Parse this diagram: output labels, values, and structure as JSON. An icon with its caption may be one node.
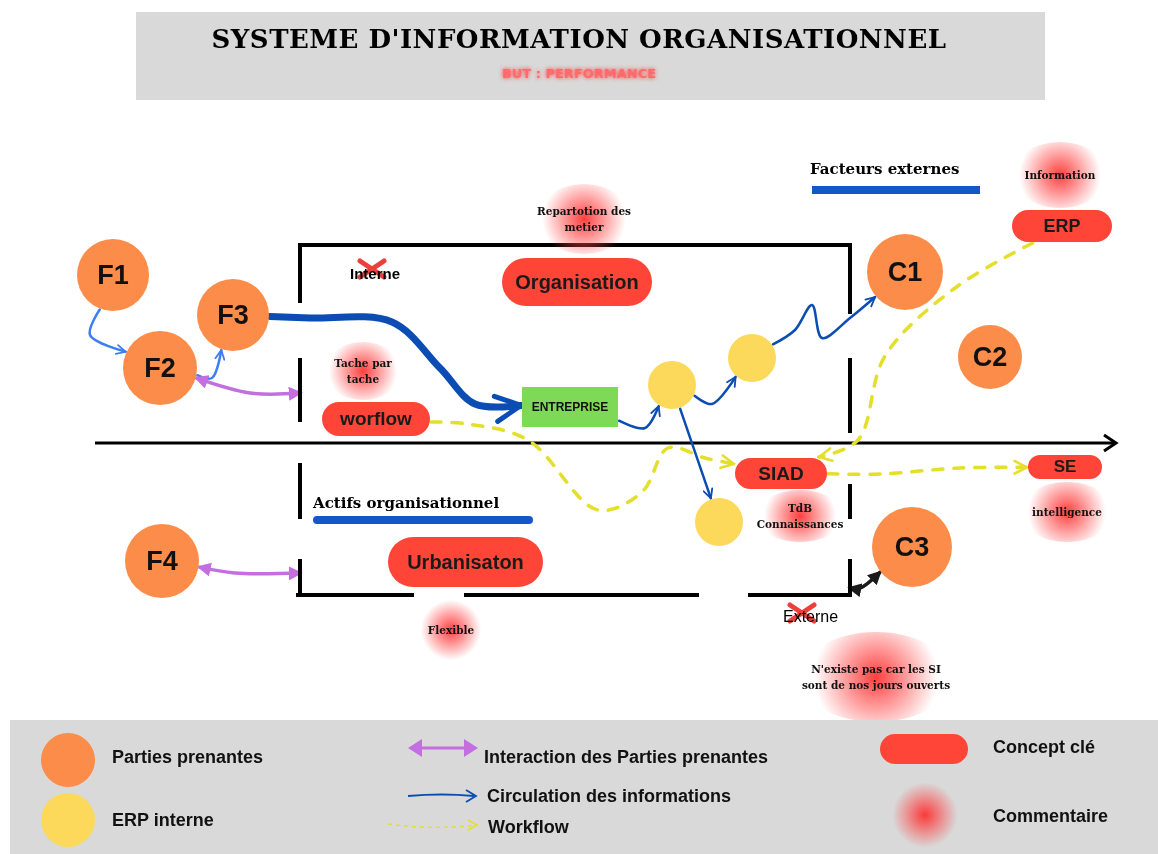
{
  "diagram": {
    "title": "SYSTEME D'INFORMATION ORGANISATIONNEL",
    "nodes": [
      {
        "text": [
          "F1"
        ]
      },
      {
        "text": [
          "F2"
        ]
      },
      {
        "text": [
          "F3"
        ]
      },
      {
        "text": [],
        "shape": "box"
      },
      {
        "text": [
          "Repartotion des metier"
        ]
      },
      {
        "text": [
          "Organisation"
        ],
        "in": 3
      },
      {
        "text": [
          "Tache par tache"
        ],
        "in": 3
      },
      {
        "text": [
          "worflow"
        ],
        "in": 3
      },
      {
        "text": [
          "ENTREPRISE"
        ],
        "in": 3
      },
      {
        "text": [],
        "shape": "circle",
        "in": 3
      },
      {
        "text": [],
        "shape": "circle",
        "in": 3
      },
      {
        "text": [
          "C1"
        ]
      },
      {
        "text": [
          "C2"
        ]
      },
      {
        "text": [
          "Information"
        ]
      },
      {
        "text": [
          "ERP"
        ]
      },
      {
        "text": [
          "SIAD"
        ],
        "in": 3
      },
      {
        "text": [
          "TdB Connaissances"
        ],
        "in": 3
      },
      {
        "text": [],
        "shape": "circle",
        "in": 3
      },
      {
        "text": [
          "SE"
        ]
      },
      {
        "text": [
          "intelligence"
        ]
      },
      {
        "text": [
          "F4"
        ]
      },
      {
        "text": [
          "Urbanisaton"
        ],
        "in": 3
      },
      {
        "text": [
          "Flexible"
        ]
      },
      {
        "text": [
          "C3"
        ]
      },
      {
        "text": [
          "N'existe pas car les SI sont de nos jours ouverts"
        ]
      }
    ],
    "edges": [
      {
        "from": 0,
        "to": 1,
        "arrow": "to",
        "color": "#3d7ff0"
      },
      {
        "from": 1,
        "to": 2,
        "arrow": "to",
        "color": "#3d7ff0"
      },
      {
        "from": 2,
        "to": 8,
        "arrow": "to",
        "style": "thick"
      },
      {
        "from": 8,
        "to": 9,
        "arrow": "to"
      },
      {
        "from": 9,
        "to": 10,
        "arrow": "to"
      },
      {
        "from": 10,
        "to": 11,
        "arrow": "to"
      },
      {
        "from": 9,
        "to": 17,
        "arrow": "to"
      },
      {
        "from": 1,
        "to": 3,
        "arrow": "both",
        "color": "#c46fe0"
      },
      {
        "from": 20,
        "to": 3,
        "arrow": "both",
        "color": "#c46fe0"
      },
      {
        "from": 23,
        "to": 3,
        "arrow": "both",
        "color": "#1a1a1a"
      },
      {
        "from": 7,
        "to": 15,
        "arrow": "to",
        "style": "dashed",
        "color": "#e3df2a"
      },
      {
        "from": 14,
        "to": 15,
        "arrow": "to",
        "style": "dashed",
        "color": "#e3df2a"
      },
      {
        "from": 15,
        "to": 18,
        "arrow": "to",
        "style": "dashed",
        "color": "#e3df2a"
      }
    ],
    "labels": [
      "BUT : PERFORMANCE",
      "Facteurs externes",
      "Interne",
      "Actifs organisationnel",
      "Externe"
    ],
    "legend": [
      {
        "text": "Parties prenantes",
        "color": "#fb8c4a"
      },
      {
        "text": "ERP interne",
        "color": "#fcd95b"
      },
      {
        "text": "Interaction des Parties prenantes"
      },
      {
        "text": "Circulation des informations"
      },
      {
        "text": "Workflow"
      },
      {
        "text": "Concept clé",
        "color": "#ff4538"
      },
      {
        "text": "Commentaire"
      }
    ]
  }
}
